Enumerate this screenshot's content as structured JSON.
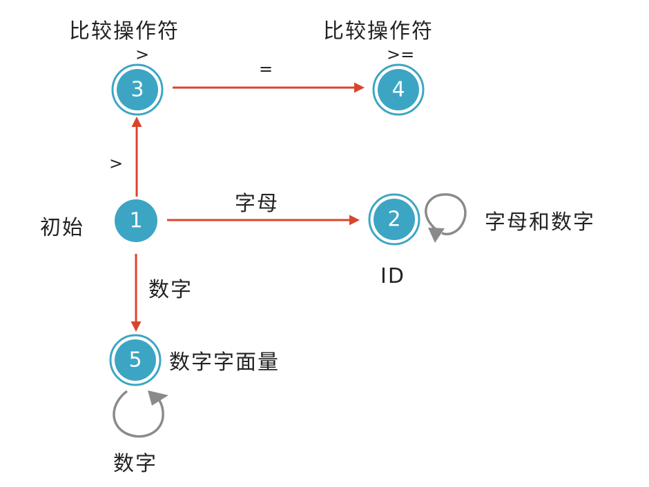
{
  "colors": {
    "state_fill": "#3da5c4",
    "state_ring": "#3da5c4",
    "arrow": "#d9452b",
    "loop": "#8a8a8a",
    "text": "#222222"
  },
  "states": [
    {
      "id": "1",
      "label": "1",
      "caption": "初始"
    },
    {
      "id": "2",
      "label": "2",
      "caption": "ID"
    },
    {
      "id": "3",
      "label": "3",
      "caption": "比较操作符",
      "subcaption": ">"
    },
    {
      "id": "4",
      "label": "4",
      "caption": "比较操作符",
      "subcaption": ">="
    },
    {
      "id": "5",
      "label": "5",
      "caption": "数字字面量"
    }
  ],
  "transitions": [
    {
      "from": "1",
      "to": "3",
      "label": ">"
    },
    {
      "from": "3",
      "to": "4",
      "label": "="
    },
    {
      "from": "1",
      "to": "2",
      "label": "字母"
    },
    {
      "from": "1",
      "to": "5",
      "label": "数字"
    },
    {
      "from": "2",
      "to": "2",
      "label": "字母和数字"
    },
    {
      "from": "5",
      "to": "5",
      "label": "数字"
    }
  ]
}
